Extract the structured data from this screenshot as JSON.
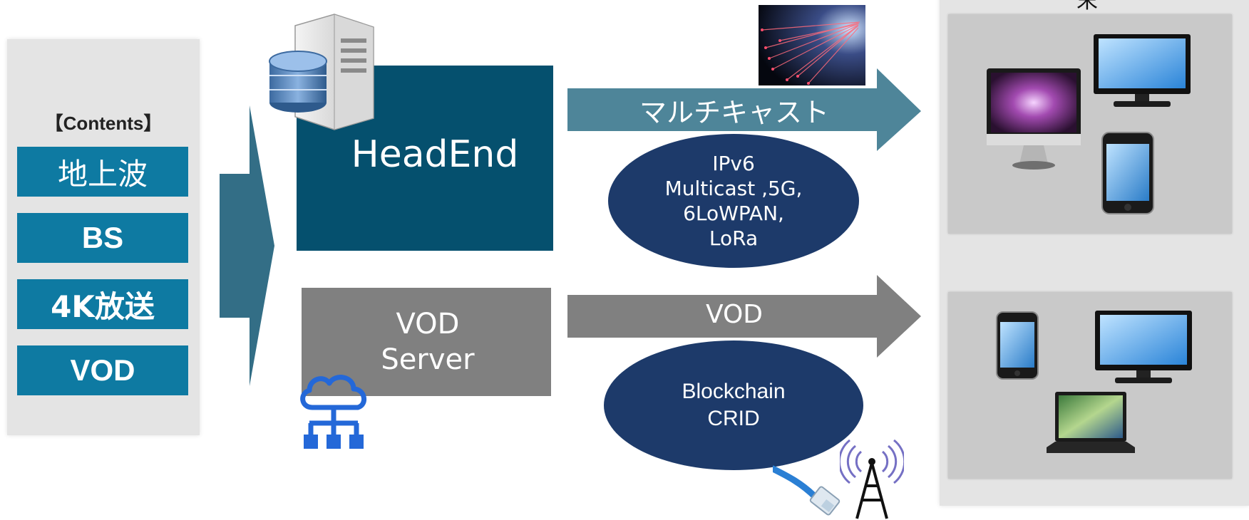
{
  "contents": {
    "title": "【Contents】",
    "items": [
      {
        "label": "地上波"
      },
      {
        "label": "BS"
      },
      {
        "label": "4K放送"
      },
      {
        "label": "VOD"
      }
    ]
  },
  "headend": {
    "label": "HeadEnd"
  },
  "vod_server": {
    "line1": "VOD",
    "line2": "Server"
  },
  "multicast_arrow": {
    "label": "マルチキャスト"
  },
  "vod_arrow": {
    "label": "VOD"
  },
  "multicast_ellipse": {
    "lines": [
      "IPv6",
      "Multicast ,5G,",
      "6LoWPAN,",
      "LoRa"
    ]
  },
  "vod_ellipse": {
    "lines": [
      "Blockchain",
      "CRID"
    ]
  },
  "right_panel": {
    "cut_title": "末"
  },
  "colors": {
    "content_blue": "#0e7aa2",
    "headend_blue": "#05506e",
    "arrow_teal": "#4e8599",
    "vod_gray": "#808080",
    "ellipse_navy": "#1d3a6a",
    "cloud_blue": "#2468d8"
  }
}
